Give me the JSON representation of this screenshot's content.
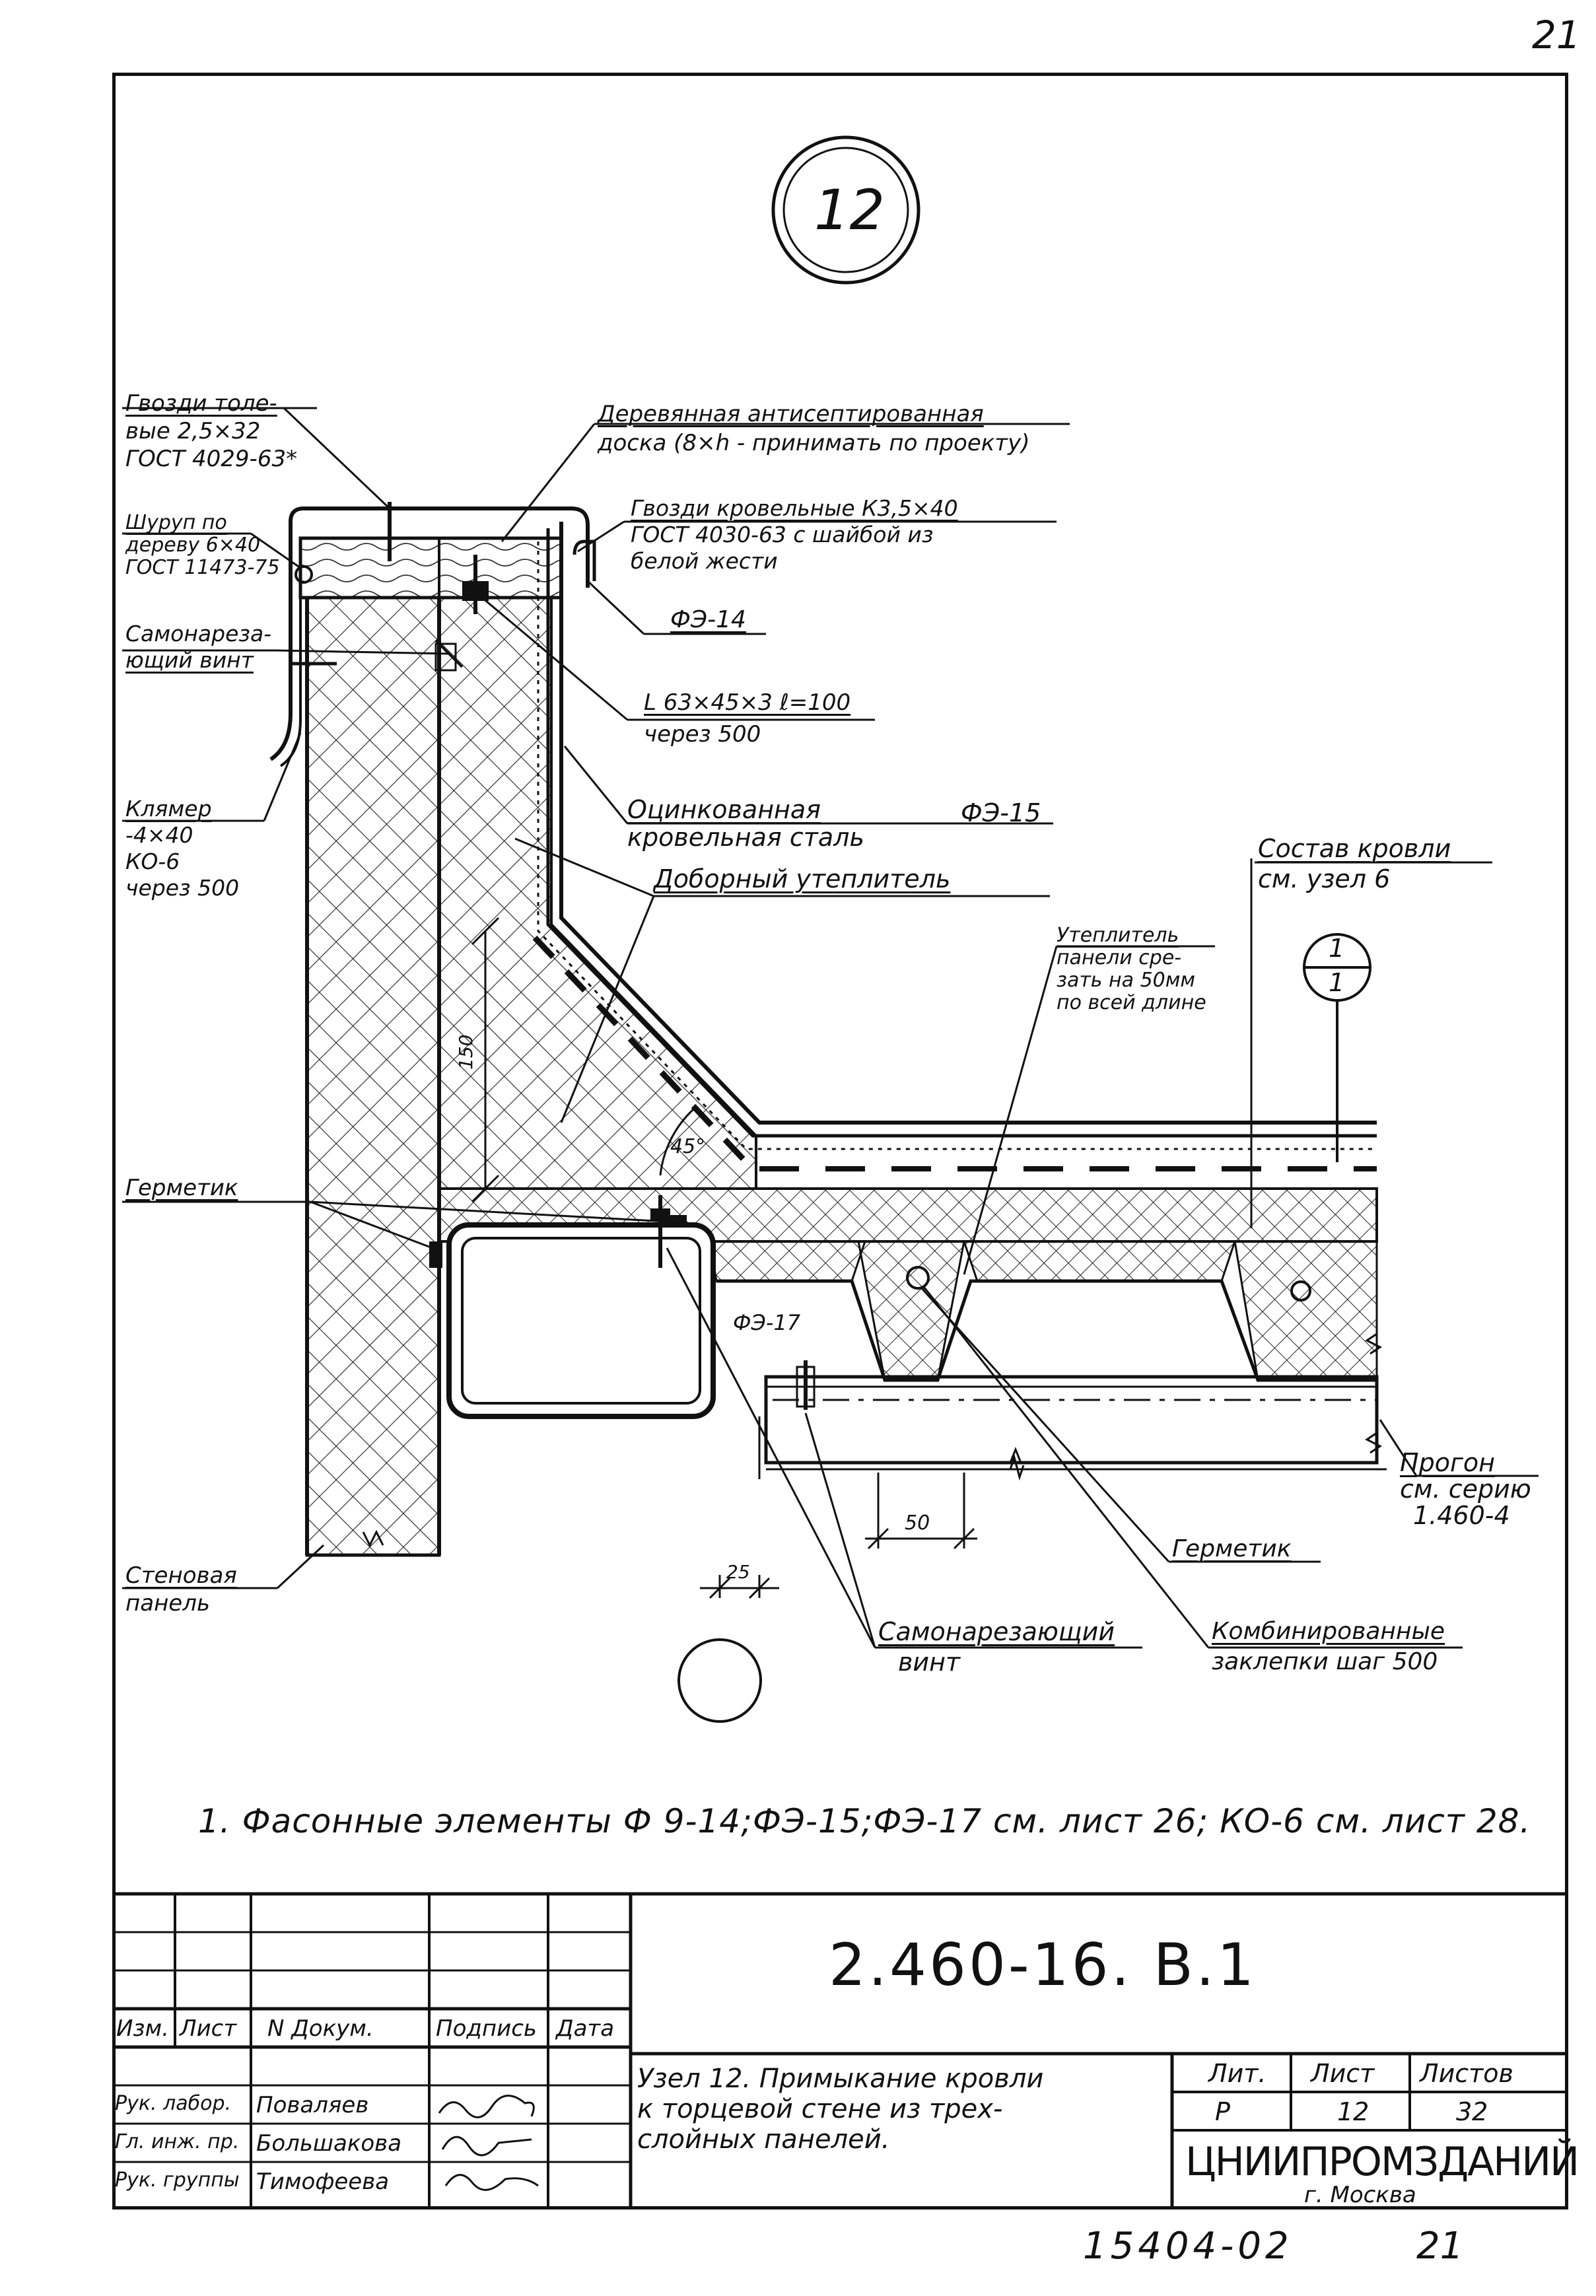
{
  "page": {
    "page_number_top": "21",
    "bottom_stamp": "15404-02",
    "bottom_page_number": "21"
  },
  "node": {
    "number": "12"
  },
  "callouts": {
    "nails_top": [
      "Гвозди толе-",
      "вые 2,5×32",
      "ГОСТ 4029-63*"
    ],
    "board": [
      "Деревянная антисептированная",
      "доска (8×h - принимать по проекту)"
    ],
    "screw_wood": [
      "Шуруп по",
      "дереву 6×40",
      "ГОСТ 11473-75"
    ],
    "roof_nails": [
      "Гвозди кровельные К3,5×40",
      "ГОСТ 4030-63 с шайбой из",
      "белой жести"
    ],
    "fe14": "ФЭ-14",
    "self_screw_left": [
      "Самонареза-",
      "ющий винт"
    ],
    "angle": [
      "L 63×45×3   ℓ=100",
      "через 500"
    ],
    "clamp": [
      "Клямер",
      "-4×40",
      "КО-6",
      "через 500"
    ],
    "galv_steel": [
      "Оцинкованная",
      "кровельная сталь"
    ],
    "fe15": "ФЭ-15",
    "extra_insulation": "Доборный утеплитель",
    "roof_comp": [
      "Состав кровли",
      "см. узел 6"
    ],
    "section_mark_top": "1",
    "section_mark_bottom": "1",
    "insulation_panel": [
      "Утеплитель",
      "панели сре-",
      "зать на 50мм",
      "по всей длине"
    ],
    "dim_150": "150",
    "angle_45": "45°",
    "sealant_left": "Герметик",
    "fe17": "ФЭ-17",
    "purlin": [
      "Прогон",
      "см. серию",
      "1.460-4"
    ],
    "dim_50": "50",
    "sealant_right": "Герметик",
    "wall_panel": [
      "Стеновая",
      "панель"
    ],
    "dim_25": "25",
    "self_screw_bottom": [
      "Самонарезающий",
      "винт"
    ],
    "rivets": [
      "Комбинированные",
      "заклепки шаг 500"
    ]
  },
  "note": "1. Фасонные   элементы   Ф 9-14;ФЭ-15;ФЭ-17 см. лист 26; КО-6 см. лист 28.",
  "title_block": {
    "doc_code": "2.460-16. В.1",
    "headers": [
      "Изм.",
      "Лист",
      "N Докум.",
      "Подпись",
      "Дата"
    ],
    "roles": [
      {
        "role": "Рук. лабор.",
        "name": "Поваляев"
      },
      {
        "role": "Гл. инж. пр.",
        "name": "Большакова"
      },
      {
        "role": "Рук. группы",
        "name": "Тимофеева"
      }
    ],
    "description": [
      "Узел 12. Примыкание   кровли",
      "к торцевой  стене  из   трех-",
      "слойных    панелей."
    ],
    "lit_label": "Лит.",
    "sheet_label": "Лист",
    "sheets_label": "Листов",
    "lit_value": "Р",
    "sheet_value": "12",
    "sheets_value": "32",
    "org": "ЦНИИПРОМЗДАНИЙ",
    "city": "г. Москва"
  }
}
